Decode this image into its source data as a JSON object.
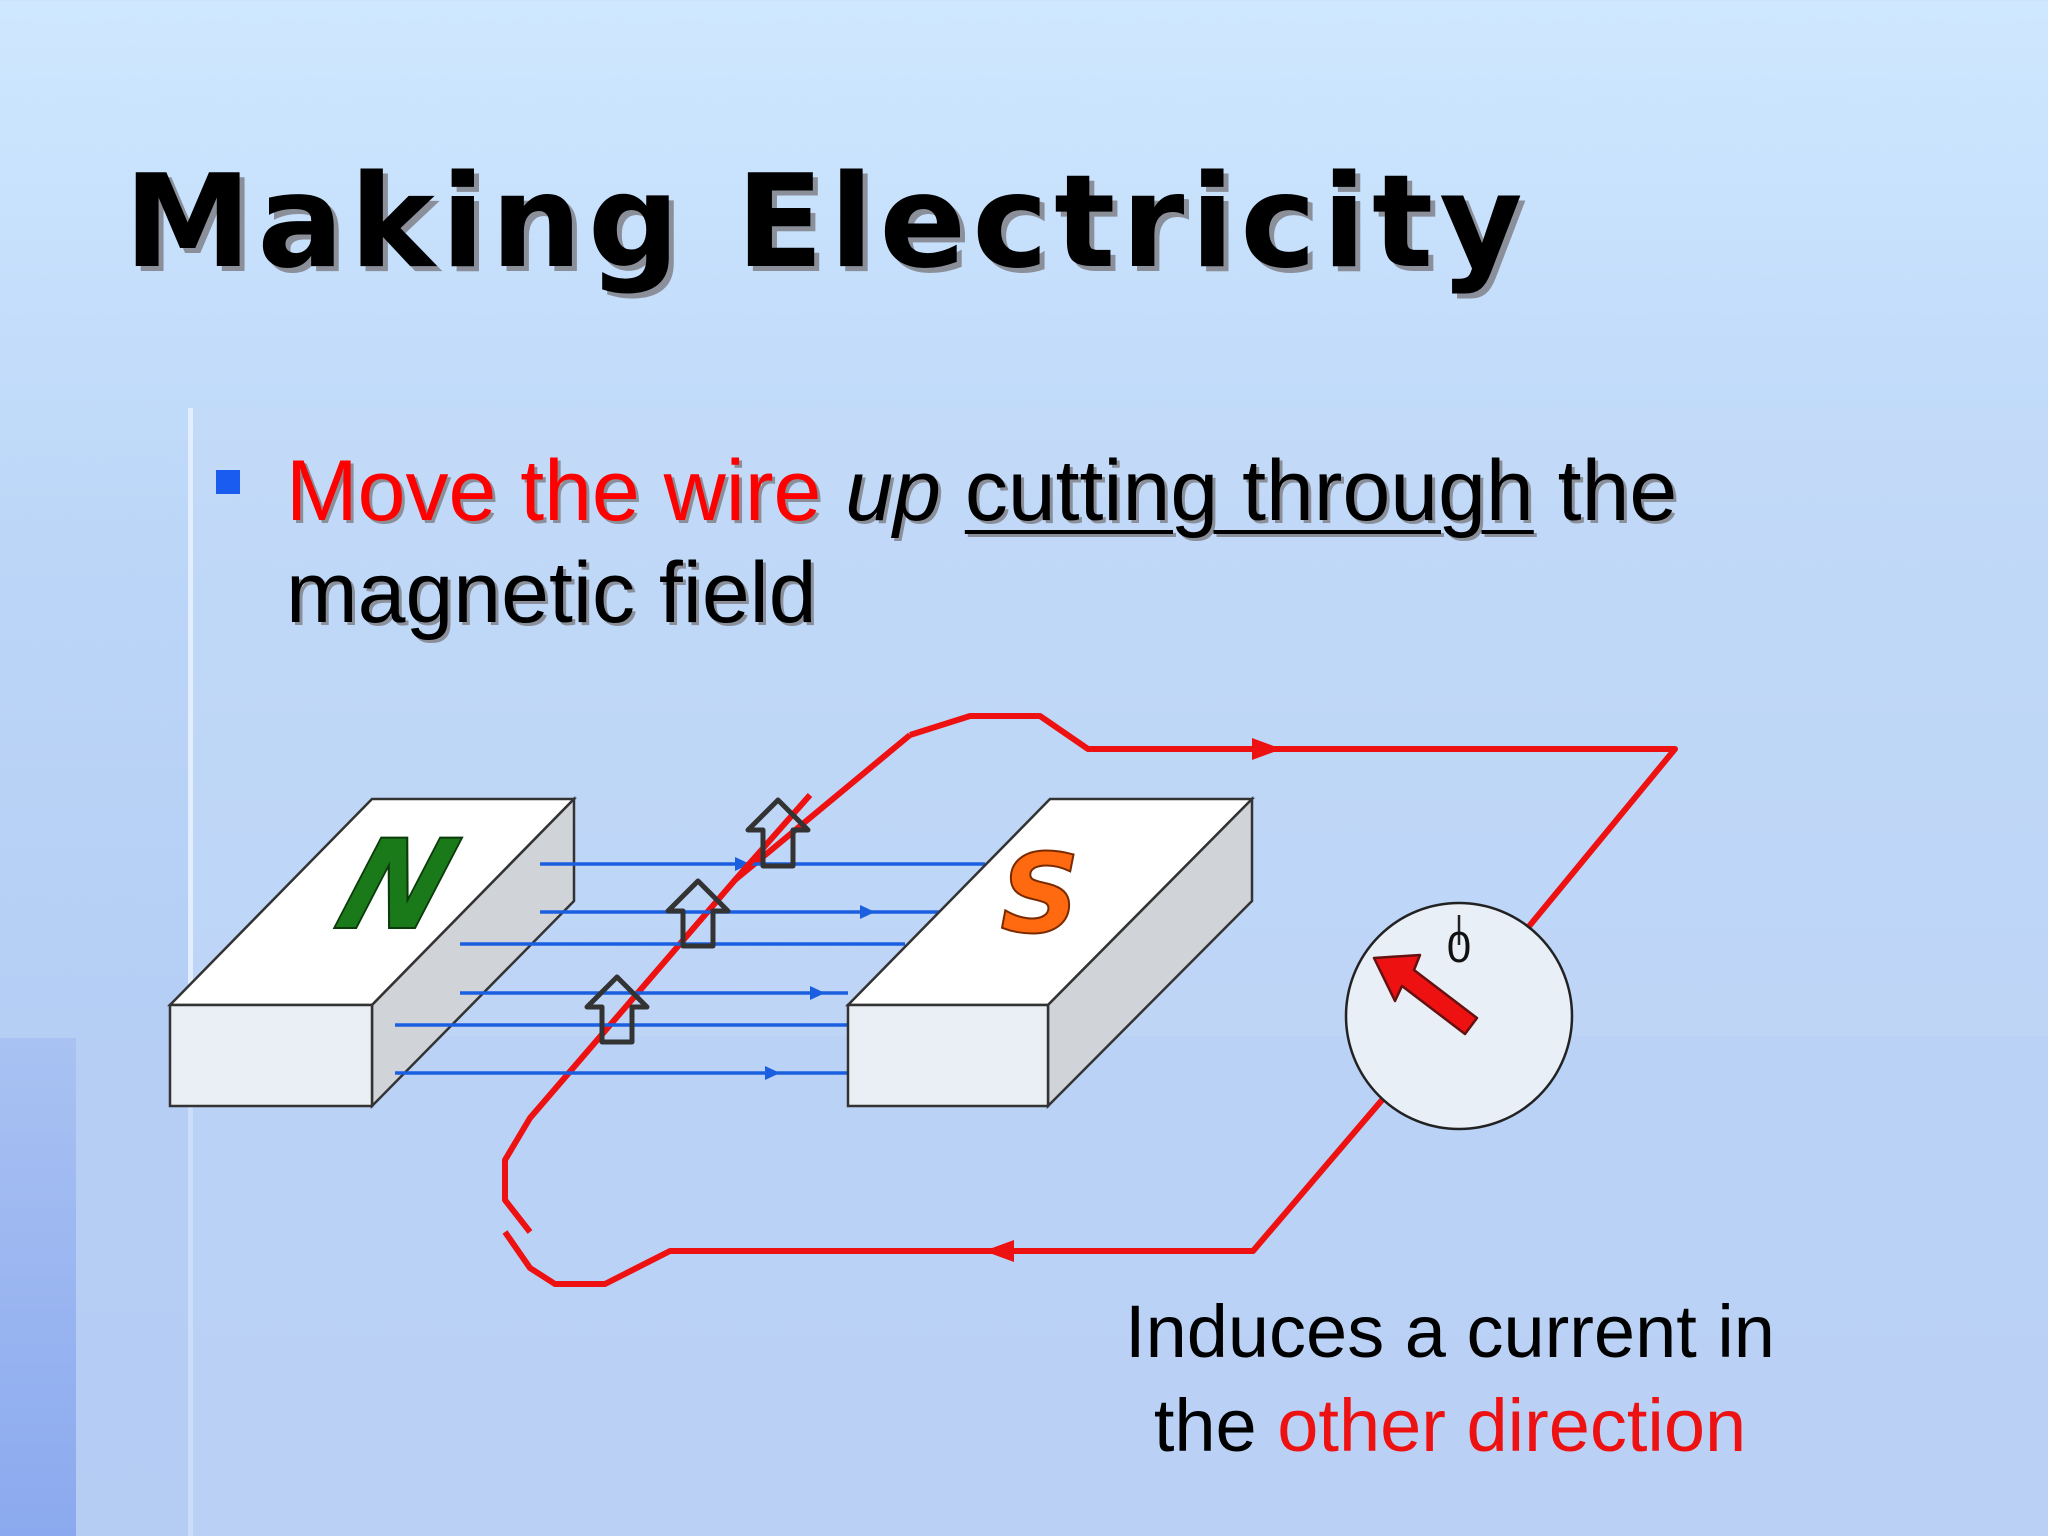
{
  "slide": {
    "title": "Making Electricity",
    "bullet": {
      "part1": "Move the wire",
      "part2": "up",
      "part3": "cutting through",
      "part4": "the",
      "part5": "magnetic field"
    },
    "diagram": {
      "magnet_left_label": "N",
      "magnet_right_label": "S",
      "meter_zero_label": "0"
    },
    "caption": {
      "line1": "Induces a current in",
      "line2_plain": "the",
      "line2_red": "other direction"
    }
  },
  "colors": {
    "accent_red": "#ff0000",
    "field_line_blue": "#1a5fe0",
    "bullet_blue": "#1a5cf0",
    "north_green": "#1a7a1a",
    "south_orange": "#ff6a10"
  }
}
